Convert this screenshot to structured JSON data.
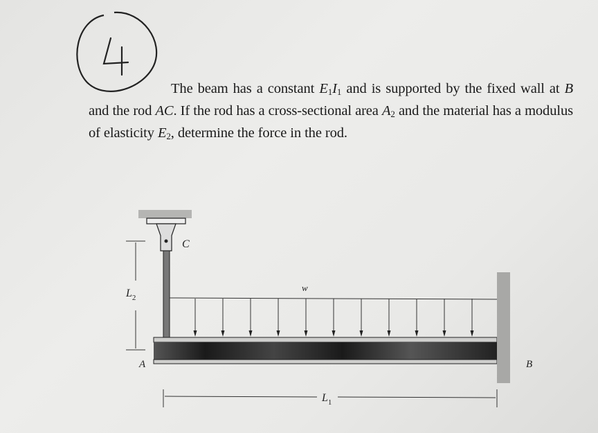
{
  "problem_number": "4",
  "problem": {
    "s0": "The beam has a constant ",
    "E1": "E",
    "E1_sub": "1",
    "I1": "I",
    "I1_sub": "1",
    "s1": " and is supported by the fixed wall at ",
    "B": "B",
    "s2": " and the rod ",
    "AC": "AC",
    "s3": ". If the rod has a cross-sectional area ",
    "A2": "A",
    "A2_sub": "2",
    "s4": " and the material has a modulus of elasticity ",
    "E2": "E",
    "E2_sub": "2",
    "s5": ", determine the force in the rod."
  },
  "figure": {
    "label_C": "C",
    "label_A": "A",
    "label_B": "B",
    "label_w": "w",
    "label_L2": "L",
    "label_L2_sub": "2",
    "label_L1": "L",
    "label_L1_sub": "1"
  }
}
